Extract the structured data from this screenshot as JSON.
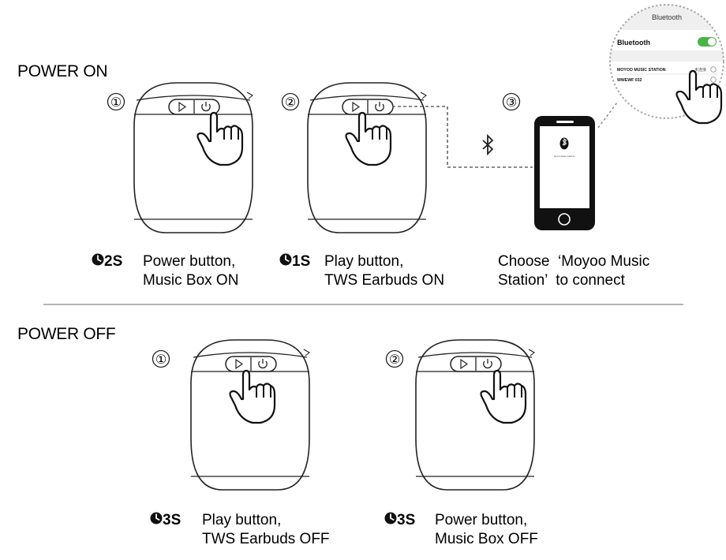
{
  "sections": {
    "power_on": "POWER ON",
    "power_off": "POWER OFF"
  },
  "step_numbers": [
    "①",
    "②",
    "③"
  ],
  "steps_on": [
    {
      "duration": "2S",
      "line1": "Power button,",
      "line2": "Music Box ON"
    },
    {
      "duration": "1S",
      "line1": "Play button,",
      "line2": "TWS Earbuds ON"
    },
    {
      "duration": "",
      "line1": "Choose  ‘Moyoo Music",
      "line2": "Station’  to connect"
    }
  ],
  "steps_off": [
    {
      "duration": "3S",
      "line1": "Play button,",
      "line2": "TWS Earbuds OFF"
    },
    {
      "duration": "3S",
      "line1": "Power button,",
      "line2": "Music Box OFF"
    }
  ],
  "phone_screen": {
    "brand": "MOYOO MUSIC STATION"
  },
  "bluetooth_panel": {
    "header": "Bluetooth",
    "toggle_label": "Bluetooth",
    "toggle_on": true,
    "devices": [
      "MOYOO MUSIC STATION",
      "WWEWF 032"
    ],
    "device_status": "未连接"
  },
  "colors": {
    "ink": "#1a1a1a",
    "toggle": "#4cb34c",
    "divider": "#9a9a9a"
  }
}
